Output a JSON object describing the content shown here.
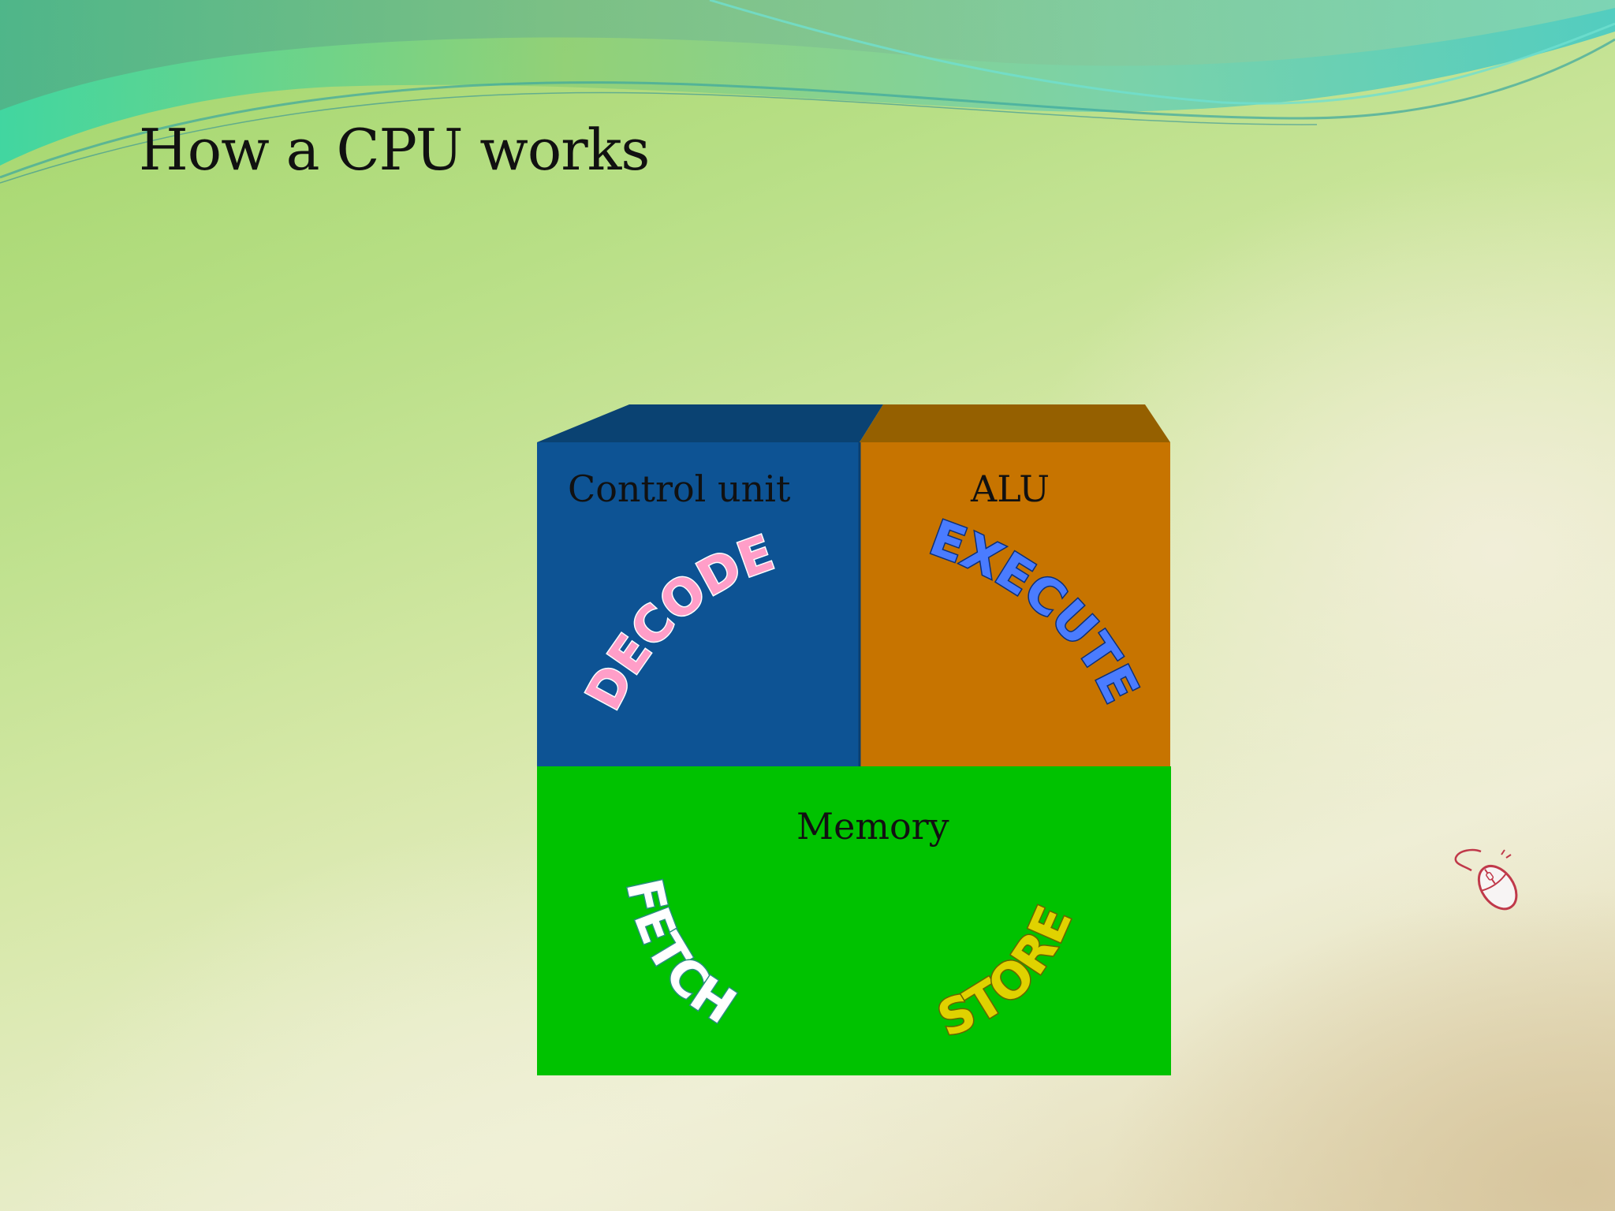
{
  "slide": {
    "title": "How a CPU works"
  },
  "diagram": {
    "blocks": {
      "control_unit": {
        "label": "Control unit",
        "color": "#0d5394",
        "top_color": "#0a4272"
      },
      "alu": {
        "label": "ALU",
        "color": "#c77400",
        "top_color": "#956000"
      },
      "memory": {
        "label": "Memory",
        "color": "#00c200"
      }
    },
    "steps": {
      "decode": {
        "text": "DECODE",
        "fill": "#ff9ec8",
        "stroke": "#ffffff"
      },
      "execute": {
        "text": "EXECUTE",
        "fill": "#4a7cff",
        "stroke": "#0b2f78"
      },
      "fetch": {
        "text": "FETCH",
        "fill": "#ffffff",
        "stroke": "#2a8f80"
      },
      "store": {
        "text": "STORE",
        "fill": "#e0d200",
        "stroke": "#6b6400"
      }
    }
  },
  "icons": {
    "mouse": "computer-mouse-icon"
  }
}
